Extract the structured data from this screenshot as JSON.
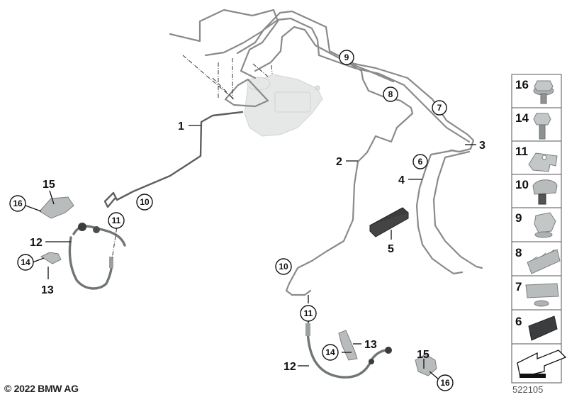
{
  "diagram": {
    "title": "Brake pipe / brake hose parts diagram",
    "callouts": [
      {
        "id": "1",
        "label": "1",
        "style": "plain"
      },
      {
        "id": "2",
        "label": "2",
        "style": "plain"
      },
      {
        "id": "3",
        "label": "3",
        "style": "plain"
      },
      {
        "id": "4",
        "label": "4",
        "style": "plain"
      },
      {
        "id": "5",
        "label": "5",
        "style": "plain"
      },
      {
        "id": "6",
        "label": "6",
        "style": "circled"
      },
      {
        "id": "7",
        "label": "7",
        "style": "circled"
      },
      {
        "id": "8",
        "label": "8",
        "style": "circled"
      },
      {
        "id": "9",
        "label": "9",
        "style": "circled"
      },
      {
        "id": "10a",
        "label": "10",
        "style": "circled"
      },
      {
        "id": "10b",
        "label": "10",
        "style": "circled"
      },
      {
        "id": "11a",
        "label": "11",
        "style": "circled"
      },
      {
        "id": "11b",
        "label": "11",
        "style": "circled"
      },
      {
        "id": "12a",
        "label": "12",
        "style": "plain"
      },
      {
        "id": "12b",
        "label": "12",
        "style": "plain"
      },
      {
        "id": "13a",
        "label": "13",
        "style": "plain"
      },
      {
        "id": "13b",
        "label": "13",
        "style": "plain"
      },
      {
        "id": "14a",
        "label": "14",
        "style": "circled"
      },
      {
        "id": "14b",
        "label": "14",
        "style": "circled"
      },
      {
        "id": "15a",
        "label": "15",
        "style": "plain"
      },
      {
        "id": "15b",
        "label": "15",
        "style": "plain"
      },
      {
        "id": "16a",
        "label": "16",
        "style": "circled"
      },
      {
        "id": "16b",
        "label": "16",
        "style": "circled"
      }
    ]
  },
  "legend": {
    "items": [
      {
        "number": "16",
        "part": "hex-flange-bolt-icon"
      },
      {
        "number": "14",
        "part": "hex-bolt-icon"
      },
      {
        "number": "11",
        "part": "pipe-clip-icon"
      },
      {
        "number": "10",
        "part": "pipe-holder-icon"
      },
      {
        "number": "9",
        "part": "single-pipe-clip-icon"
      },
      {
        "number": "8",
        "part": "triple-pipe-clip-icon"
      },
      {
        "number": "7",
        "part": "double-pipe-clip-icon"
      },
      {
        "number": "6",
        "part": "black-pipe-holder-icon"
      },
      {
        "number": "",
        "part": "direction-arrow-icon"
      }
    ]
  },
  "footer": {
    "copyright": "© 2022 BMW AG",
    "diagram_id": "522105"
  }
}
